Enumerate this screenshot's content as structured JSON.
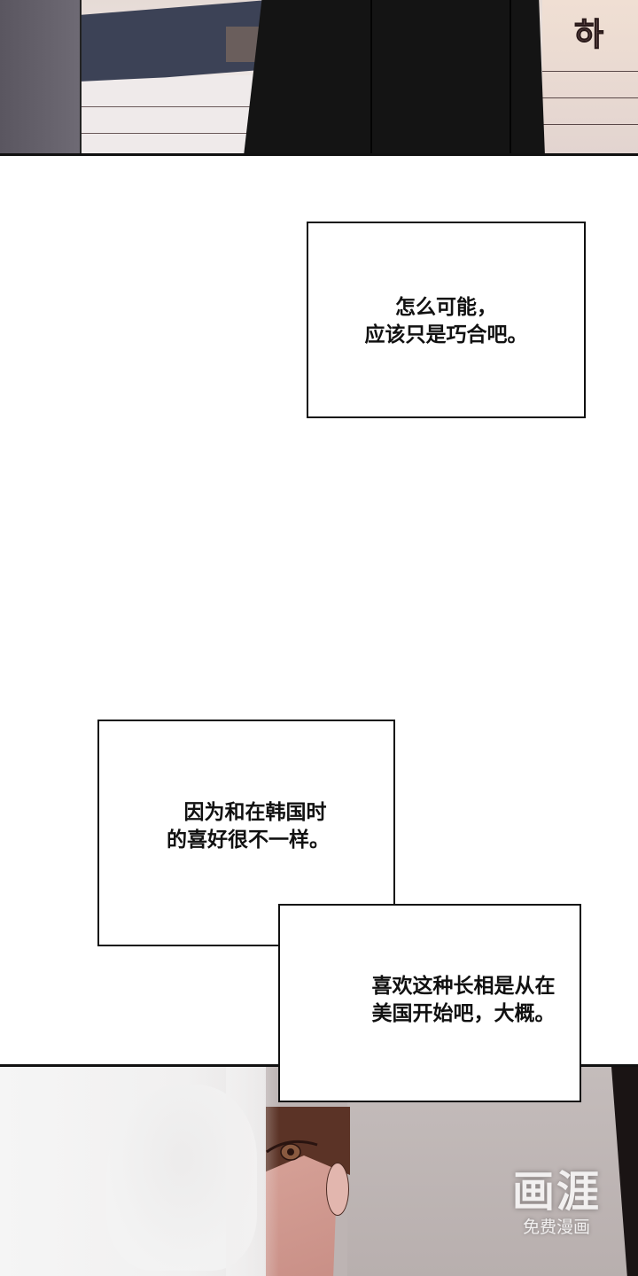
{
  "panels": {
    "top": {
      "sign_text": "하 "
    },
    "bubble_1": {
      "text": "怎么可能，\n应该只是巧合吧。"
    },
    "bubble_2": {
      "text": "  因为和在韩国时\n的喜好很不一样。"
    },
    "bubble_3": {
      "text": "喜欢这种长相是从在\n美国开始吧，大概。"
    }
  },
  "watermark": {
    "logo": "画涯",
    "subtitle": "免费漫画"
  },
  "colors": {
    "border": "#111111",
    "background": "#ffffff",
    "wall": "#bdb4b3",
    "hair": "#5b3326"
  }
}
